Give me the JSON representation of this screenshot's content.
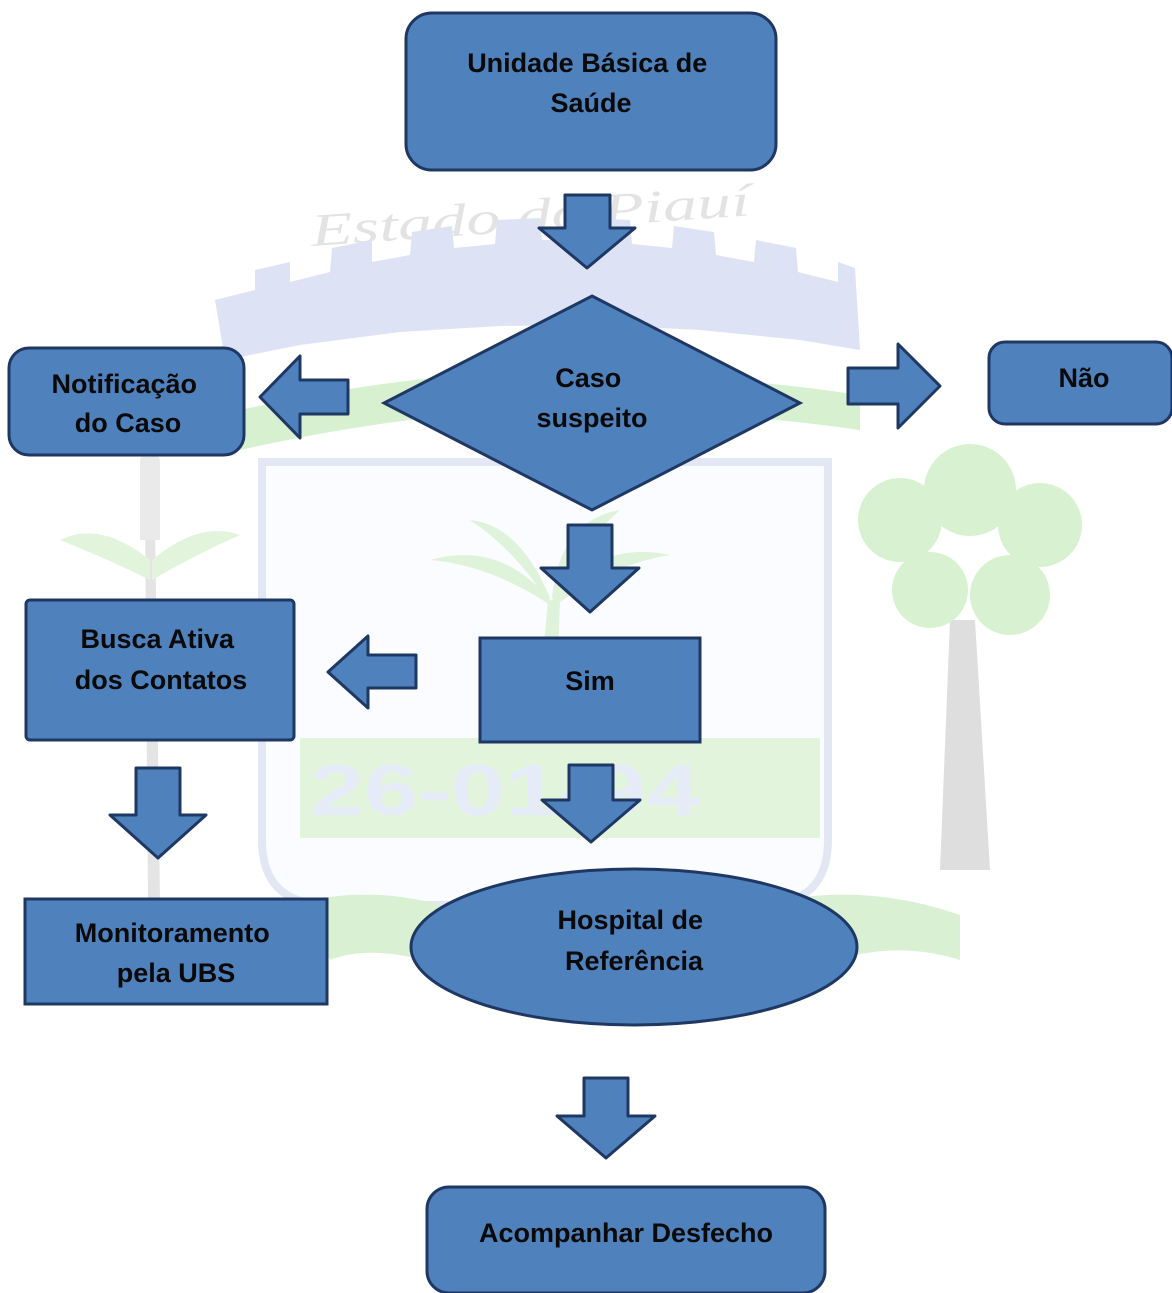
{
  "colors": {
    "node_fill": "#4f81bd",
    "node_stroke": "#1f3763",
    "arrow_fill": "#4f81bd",
    "text": "#0a0a0a",
    "watermark_green": "#d6f0d0",
    "watermark_blue": "#dde3f5",
    "watermark_gray": "#dcdcdc"
  },
  "nodes": {
    "ubs": [
      "Unidade Básica de",
      "Saúde"
    ],
    "caso_suspeito": [
      "Caso",
      "suspeito"
    ],
    "notificacao": [
      "Notificação",
      "do Caso"
    ],
    "nao": [
      "Não"
    ],
    "busca_ativa": [
      "Busca Ativa",
      "dos Contatos"
    ],
    "sim": [
      "Sim"
    ],
    "monitoramento": [
      "Monitoramento",
      "pela UBS"
    ],
    "hospital": [
      "Hospital de",
      "Referência"
    ],
    "acompanhar": [
      "Acompanhar Desfecho"
    ]
  },
  "watermark": {
    "text": "Estado do Piauí",
    "year": "26-01-94"
  }
}
